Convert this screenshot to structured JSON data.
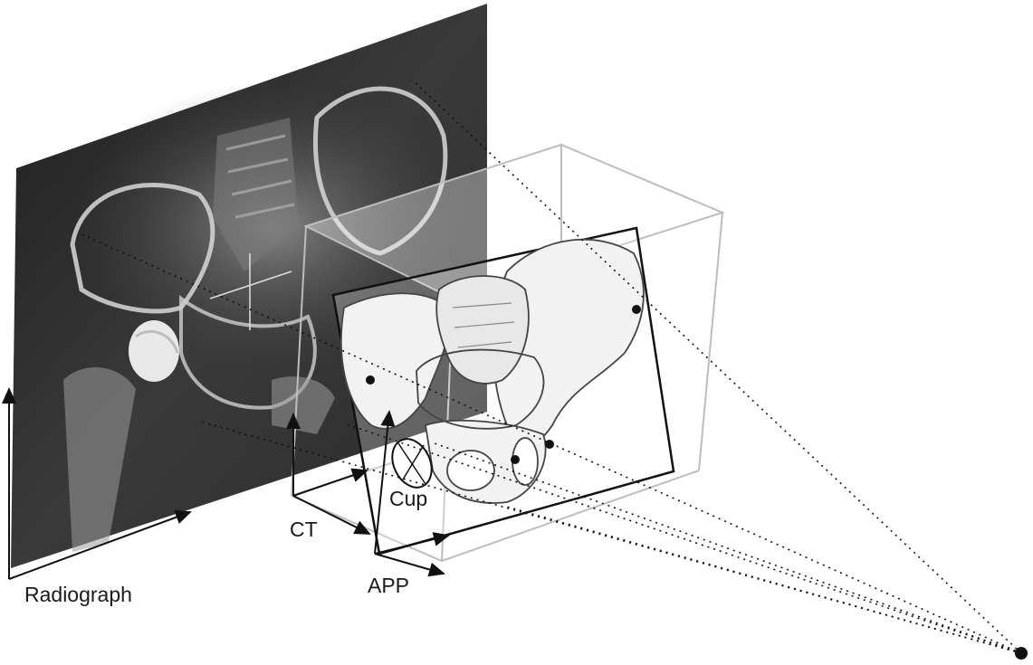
{
  "labels": {
    "radiograph": "Radiograph",
    "ct": "CT",
    "cup": "Cup",
    "app": "APP"
  },
  "colors": {
    "radiograph_dark": "#2b2b2b",
    "radiograph_bone": "#d8d8d8",
    "box_edge": "#bdbdbd",
    "plane_edge": "#111111",
    "pelvis_fill": "#f2f2f2",
    "axis": "#111111",
    "ray": "#111111"
  },
  "icons": {
    "x_ray_source": "source-point-icon",
    "landmark": "landmark-dot-icon"
  }
}
